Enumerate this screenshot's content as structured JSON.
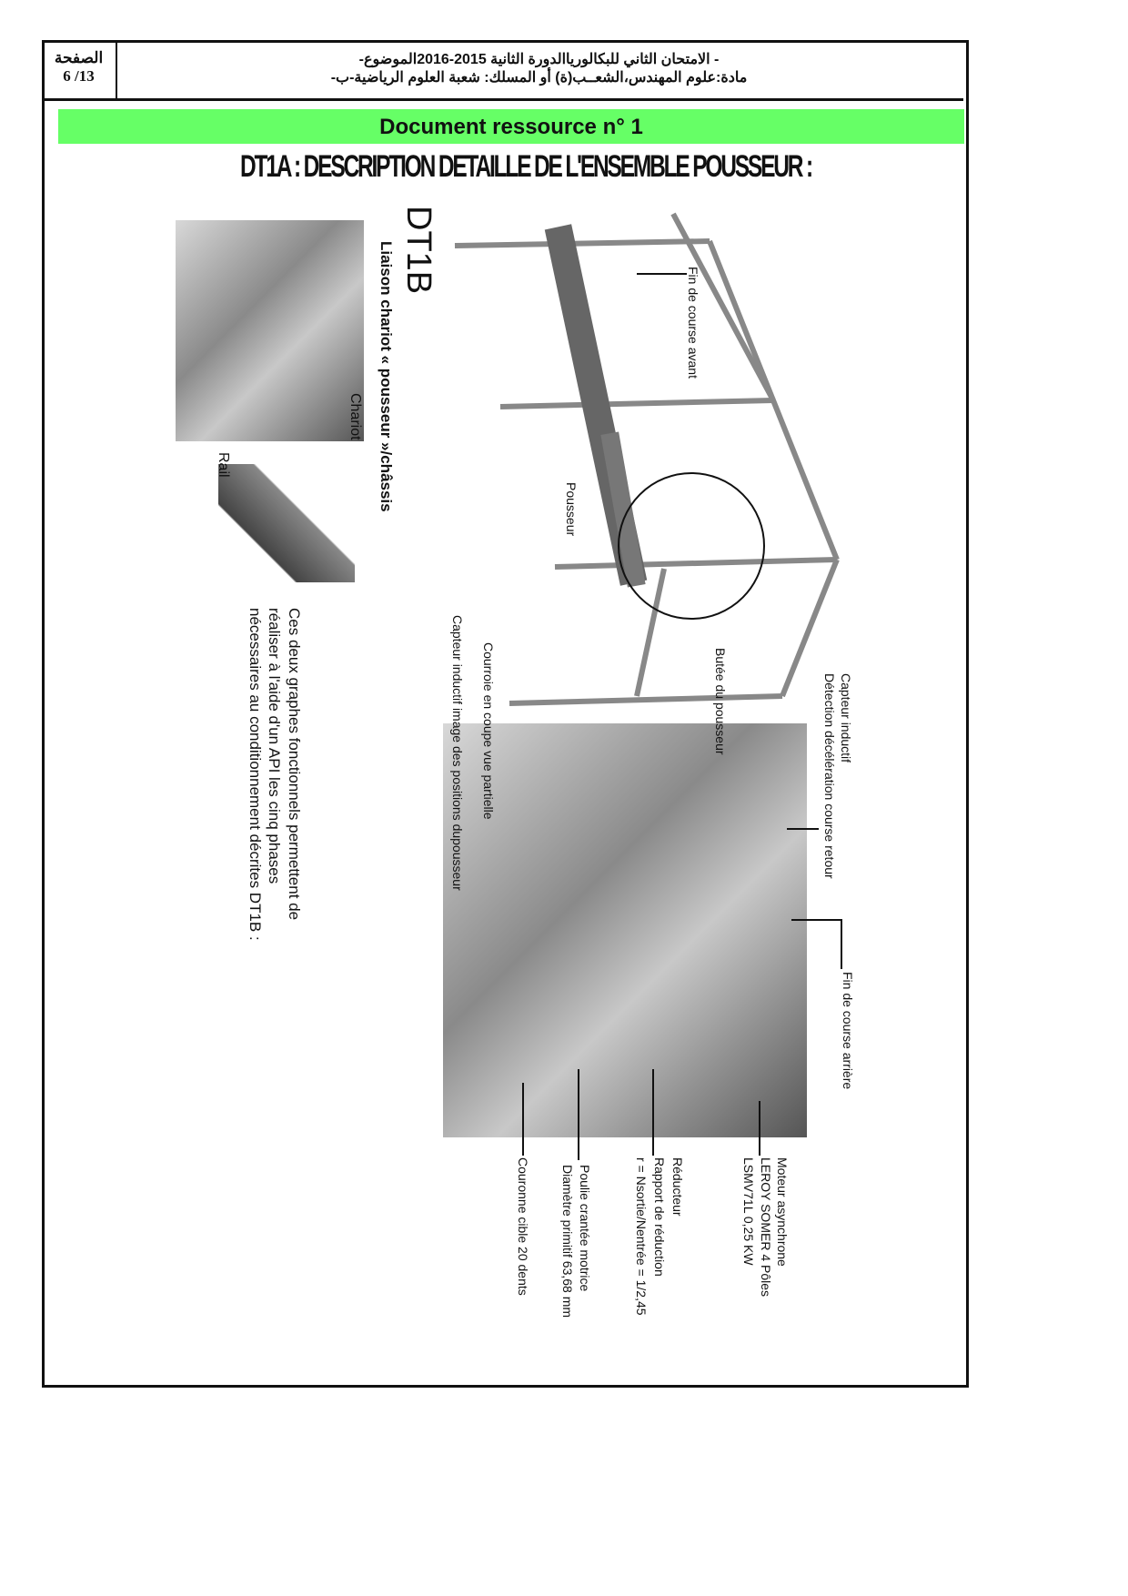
{
  "header": {
    "page_label": "الصفحة",
    "page_number": "6 /13",
    "line1": "- الامتحان الثاني للبكالورياالدورة الثانية 2015-2016الموضوع-",
    "line2": "مادة:علوم المهندس،الشعــب(ة) أو المسلك: شعبة العلوم الرياضية-ب-"
  },
  "banner": "Document ressource n° 1",
  "title": "DT1A : DESCRIPTION DETAILLE DE L'ENSEMBLE POUSSEUR :",
  "dt1b": {
    "title": "DT1B",
    "subtitle": "Liaison chariot « pousseur »/châssis",
    "chariot": "Chariot",
    "rail": "Rail",
    "paragraph": [
      "Ces deux graphes fonctionnels permettent de",
      "réaliser à l'aide d'un API les cinq phases",
      "nécessaires au conditionnement décrites DT1B :"
    ]
  },
  "labels": {
    "fin_avant": "Fin de course avant",
    "pousseur": "Pousseur",
    "capteur1": "Capteur inductif",
    "capteur1b": "Détection décélération course retour",
    "butee": "Butée du pousseur",
    "courroie": "Courroie en coupe vue partielle",
    "capteur2": "Capteur inductif image des positions dupousseur",
    "fin_arriere": "Fin de course arrière",
    "moteur": [
      "Moteur asynchrone",
      "LEROY SOMER 4 Pôles",
      "LSMV71L 0,25 KW"
    ],
    "reducteur": [
      "Réducteur",
      "Rapport de réduction",
      "r = Nsortie/Nentrée = 1/2,45"
    ],
    "poulie": [
      "Poulie crantée motrice",
      "Diamètre primitif 63,68 mm"
    ],
    "couronne": "Couronne cible 20 dents"
  }
}
